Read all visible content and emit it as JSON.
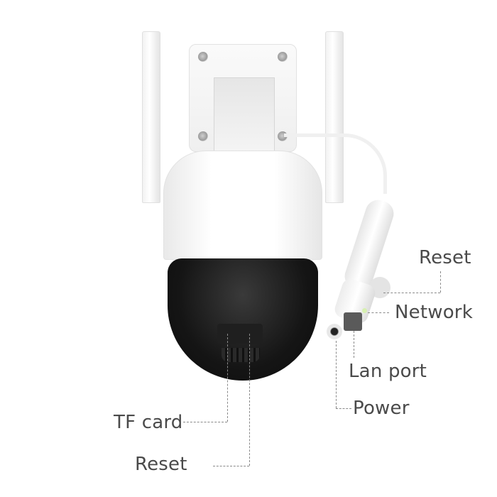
{
  "image": {
    "subject": "white and black PTZ dome security camera with two antennas and cable connectors",
    "background_color": "#ffffff",
    "text_color": "#4a4a4a",
    "leader_line_color": "#8a8a8a"
  },
  "callouts": {
    "reset_cable": {
      "label": "Reset"
    },
    "network": {
      "label": "Network"
    },
    "lan_port": {
      "label": "Lan port"
    },
    "power": {
      "label": "Power"
    },
    "tf_card": {
      "label": "TF card"
    },
    "reset_body": {
      "label": "Reset"
    }
  }
}
